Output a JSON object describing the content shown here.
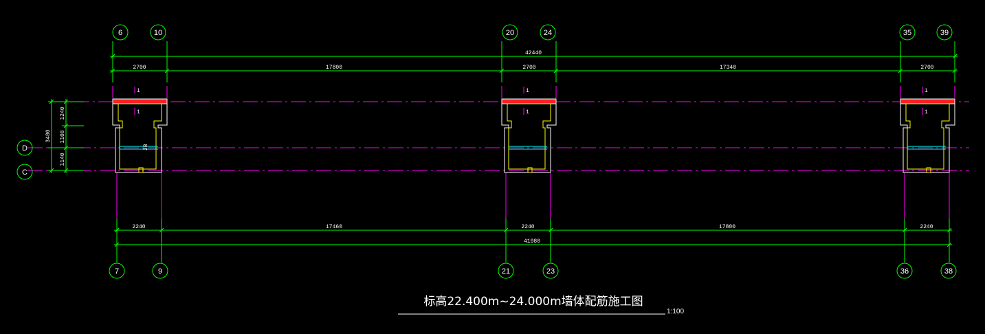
{
  "colors": {
    "background": "#000000",
    "dimension": "#00ff00",
    "axis": "#ff00ff",
    "wall": "#ffffff",
    "wall_outline": "#ff2020",
    "rebar": "#ffff00",
    "beam": "#00ffff",
    "text": "#ffffff"
  },
  "top_axes": [
    "6",
    "10",
    "20",
    "24",
    "35",
    "39"
  ],
  "bottom_axes": [
    "7",
    "9",
    "21",
    "23",
    "36",
    "38"
  ],
  "row_axes": [
    "D",
    "C"
  ],
  "top_dims": {
    "overall": "42440",
    "segments": [
      "2700",
      "17800",
      "2700",
      "17340",
      "2700"
    ]
  },
  "bottom_dims": {
    "overall": "41980",
    "segments": [
      "2240",
      "17460",
      "2240",
      "17800",
      "2240"
    ]
  },
  "left_dims": {
    "overall": "3480",
    "segments": [
      "1240",
      "1100",
      "1140"
    ]
  },
  "section_marks": [
    "1",
    "1"
  ],
  "beam_label": "2B",
  "title": "标高22.400m~24.000m墙体配筋施工图",
  "scale": "1:100"
}
